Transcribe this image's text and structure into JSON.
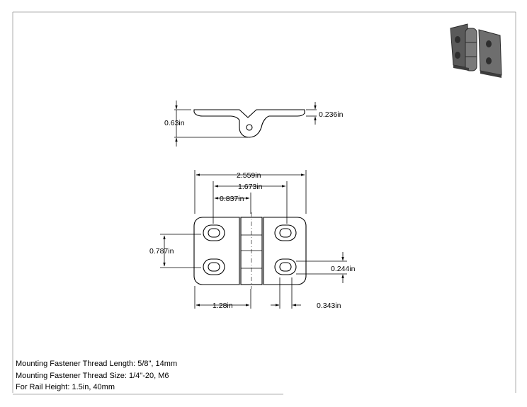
{
  "dimensions": {
    "height_total": "0.63in",
    "leaf_thickness": "0.236in",
    "overall_width": "2.559in",
    "hole_spacing_outer": "1.673in",
    "hole_offset": "0.837in",
    "hole_vertical_spacing": "0.787in",
    "slot_height": "0.244in",
    "leaf_width": "1.28in",
    "slot_width": "0.343in"
  },
  "notes": {
    "thread_length": "Mounting Fastener Thread Length: 5/8\", 14mm",
    "thread_size": "Mounting Fastener Thread Size: 1/4\"-20, M6",
    "rail_height": "For Rail Height: 1.5in, 40mm"
  },
  "colors": {
    "line": "#000000",
    "thumbnail_body": "#6e6e6e",
    "thumbnail_shadow": "#3c3c3c"
  }
}
